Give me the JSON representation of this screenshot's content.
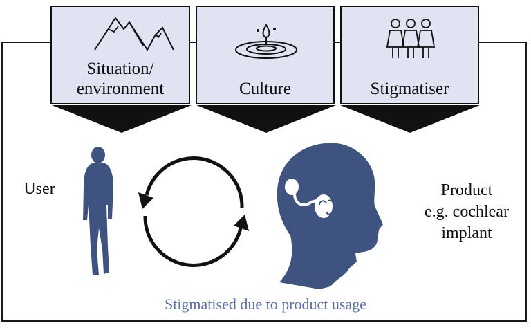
{
  "factors": [
    {
      "label_line1": "Situation/",
      "label_line2": "environment",
      "icon": "mountain-icon"
    },
    {
      "label": "Culture",
      "icon": "water-drop-icon"
    },
    {
      "label": "Stigmatiser",
      "icon": "people-group-icon"
    }
  ],
  "user": {
    "label": "User",
    "icon": "walking-person-silhouette"
  },
  "product": {
    "line1": "Product",
    "line2": "e.g. cochlear",
    "line3": "implant",
    "icon": "head-with-cochlear-implant"
  },
  "cycle_icon": "circular-arrows-icon",
  "caption": "Stigmatised due to product usage",
  "colors": {
    "box_fill": "#dfe3f2",
    "silhouette": "#3f5380",
    "caption": "#5b6fa8",
    "line": "#111111"
  }
}
